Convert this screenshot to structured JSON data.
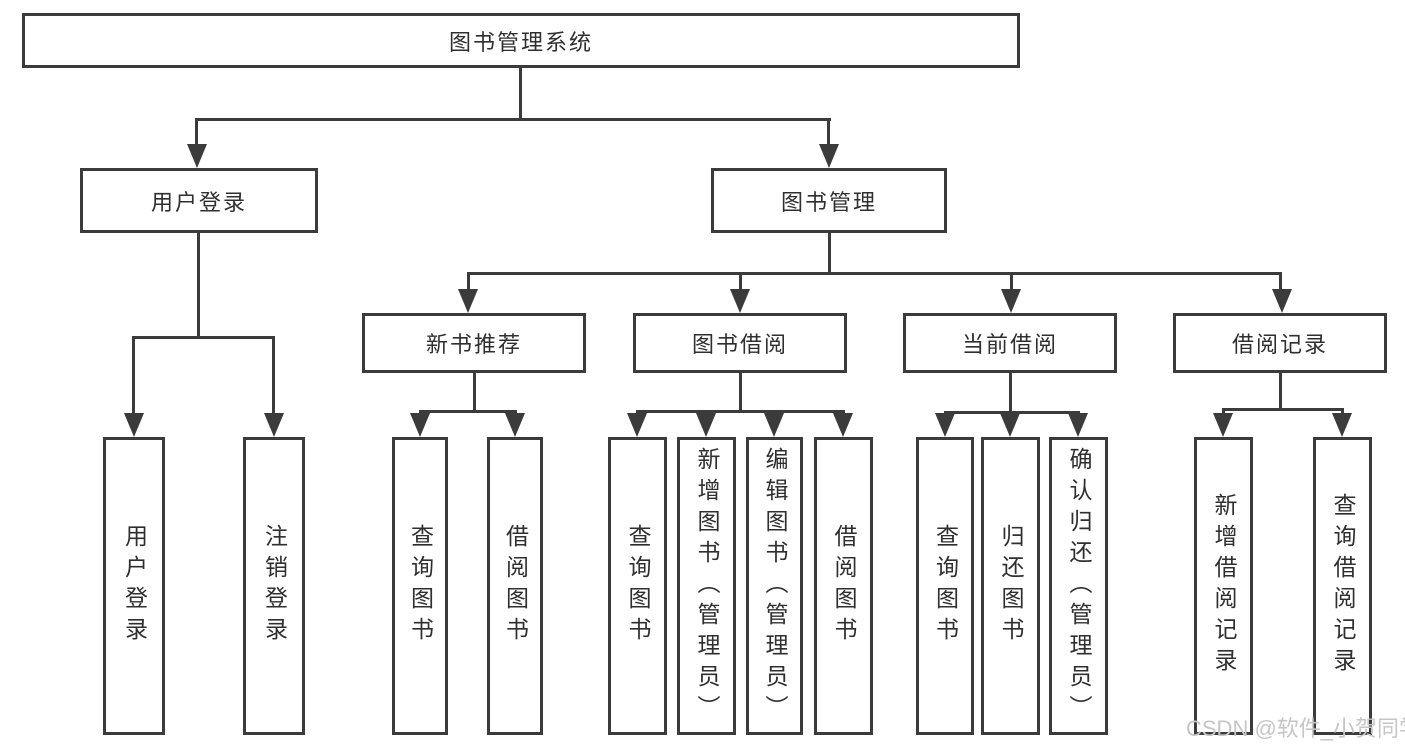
{
  "diagram": {
    "root": "图书管理系统",
    "branches": {
      "user_login": "用户登录",
      "book_mgmt": "图书管理"
    },
    "modules": {
      "new_books": "新书推荐",
      "book_borrow": "图书借阅",
      "current_borrow": "当前借阅",
      "borrow_records": "借阅记录"
    },
    "leaves": {
      "user_login": [
        "用户登录",
        "注销登录"
      ],
      "new_books": [
        "查询图书",
        "借阅图书"
      ],
      "book_borrow": [
        "查询图书",
        "新增图书（管理员）",
        "编辑图书（管理员）",
        "借阅图书"
      ],
      "current_borrow": [
        "查询图书",
        "归还图书",
        "确认归还（管理员）"
      ],
      "borrow_records": [
        "新增借阅记录",
        "查询借阅记录"
      ]
    },
    "colors": {
      "line": "#3b3b3b",
      "text": "#2f2f2f",
      "background": "#ffffff",
      "watermark": "#c6c6c6"
    }
  },
  "watermark": "CSDN @软件_小贺同学"
}
